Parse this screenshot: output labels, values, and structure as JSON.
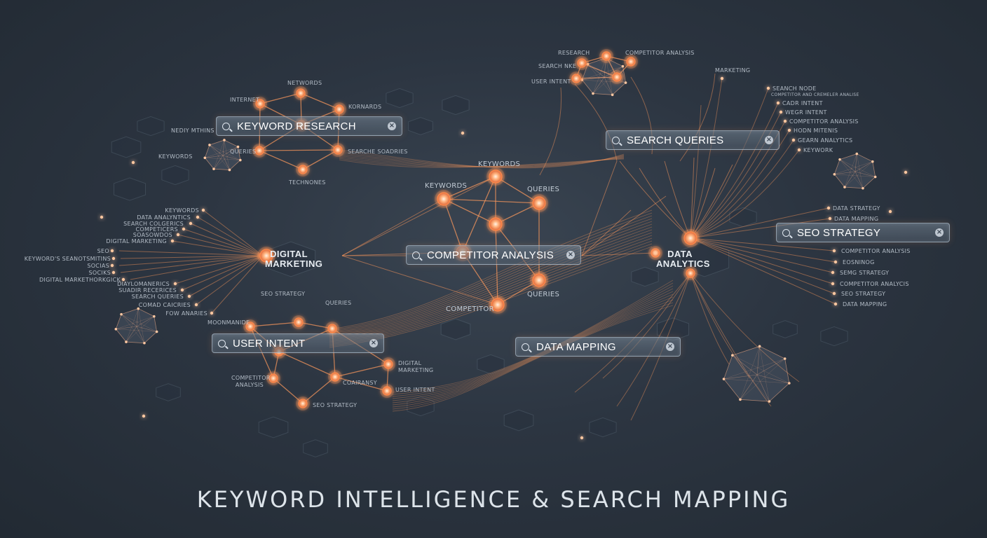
{
  "title": "KEYWORD INTELLIGENCE & SEARCH MAPPING",
  "accent_color": "#ff9a5c",
  "search_bars": {
    "keyword_research": "KEYWORD RESEARCH",
    "search_queries": "SEARCH QUERIES",
    "seo_strategy": "SEO STRATEGY",
    "competitor_analysis": "COMPETITOR ANALYSIS",
    "user_intent": "USER INTENT",
    "data_mapping": "DATA MAPPING"
  },
  "hubs": {
    "digital_marketing": "DIGITAL MARKETING",
    "data_analytics": "DATA ANALYTICS"
  },
  "clusters": {
    "keyword_research": [
      "NETWORDS",
      "INTERNET",
      "KORNARDS",
      "QUERIES",
      "SEARCHE SOADRIES",
      "TECHNONES"
    ],
    "center": [
      "KEYWORDS",
      "KEYWORDS",
      "QUERIES",
      "QUERIES",
      "COMPETITOR"
    ],
    "user_intent": [
      "SEO STRATEGY",
      "QUERIES",
      "MOONMANIDE",
      "DIGITAL MARKETING",
      "COMPETITOR ANALYSIS",
      "COAIRANSY",
      "USER INTENT",
      "SEO STRATEGY"
    ],
    "top_right": [
      "RESEARCH",
      "COMPETITOR ANALYSIS",
      "SEARCH NKE",
      "USER INTENT",
      "MARKETING"
    ]
  },
  "side_lists": {
    "left_top": [
      "NEDIY MTHINS",
      "KEYWORDS"
    ],
    "left_fan_top": [
      "KEYWORDS",
      "DATA ANALYNTICS",
      "SEARCH COLGERICS",
      "COMPETICERS",
      "SOASOWDOS",
      "DIGITAL MARKETING"
    ],
    "left_fan_mid": [
      "SEO",
      "KEYWORD'S SEANOTSMITINS",
      "SOCIAS",
      "SOCIKS",
      "DIGITAL MARKETHORKGICK"
    ],
    "left_fan_bottom": [
      "DIAYLOMANERICS",
      "SUADIR RECERICES",
      "SEARCH QUERIES",
      "COMAD CAICRIES",
      "FOW ANARIES"
    ],
    "right_top": [
      "SEANCH NODE",
      "COMPETITOR AND CREMELER ANALISE",
      "CADR INTENT",
      "WEGR INTENT",
      "COMPETITOR ANALYSIS",
      "HODN MITENIS",
      "GEARN ANALYTICS",
      "KEYWORK"
    ],
    "right_mid": [
      "DATA STRATEGY",
      "DATA MAPPING"
    ],
    "right_bottom": [
      "COMPETITOR ANALYSIS",
      "EOSNINOG",
      "SEMG STRATEGY",
      "COMPETITOR ANALYCIS",
      "SEO STRATEGY",
      "DATA MAPPING"
    ]
  }
}
